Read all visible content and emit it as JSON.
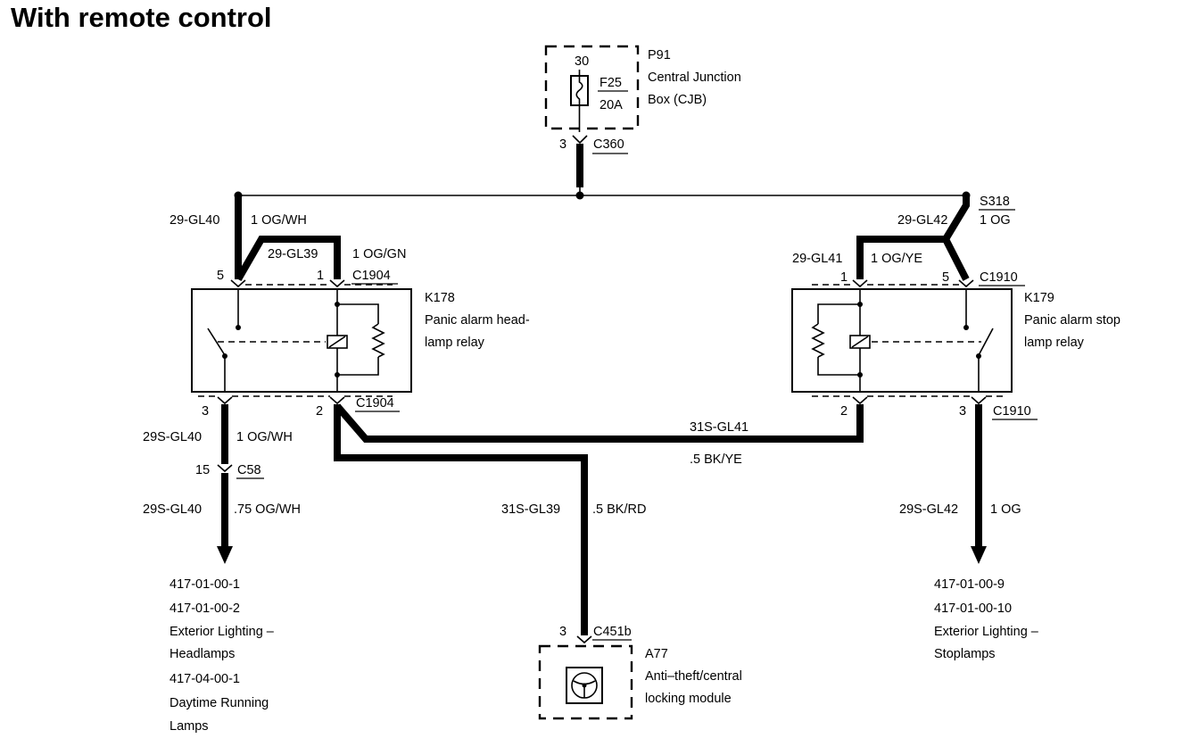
{
  "title": "With remote control",
  "cjb": {
    "id": "P91",
    "name_line1": "Central Junction",
    "name_line2": "Box (CJB)",
    "pin": "30",
    "fuse_id": "F25",
    "fuse_rating": "20A",
    "out_pin": "3",
    "out_connector": "C360"
  },
  "splice": {
    "id": "S318"
  },
  "left_relay": {
    "id": "K178",
    "name_line1": "Panic alarm head-",
    "name_line2": "lamp relay",
    "top_pin_left": "5",
    "top_pin_right": "1",
    "top_connector": "C1904",
    "bottom_pin_left": "3",
    "bottom_pin_right": "2",
    "bottom_connector": "C1904",
    "wire_in_left_circuit": "29-GL40",
    "wire_in_left_spec": "1 OG/WH",
    "wire_in_right_circuit": "29-GL39",
    "wire_in_right_spec": "1 OG/GN"
  },
  "right_relay": {
    "id": "K179",
    "name_line1": "Panic alarm stop",
    "name_line2": "lamp relay",
    "top_pin_left": "1",
    "top_pin_right": "5",
    "top_connector": "C1910",
    "bottom_pin_left": "2",
    "bottom_pin_right": "3",
    "bottom_connector": "C1910",
    "wire_in_right_circuit": "29-GL42",
    "wire_in_right_spec": "1 OG",
    "wire_in_left_circuit": "29-GL41",
    "wire_in_left_spec": "1 OG/YE"
  },
  "left_output": {
    "circuit_upper": "29S-GL40",
    "spec_upper": "1 OG/WH",
    "pin": "15",
    "connector": "C58",
    "circuit_lower": "29S-GL40",
    "spec_lower": ".75 OG/WH",
    "refs": [
      "417-01-00-1",
      "417-01-00-2",
      "Exterior Lighting –",
      "Headlamps",
      "417-04-00-1",
      "Daytime Running",
      "Lamps"
    ]
  },
  "right_output": {
    "circuit": "29S-GL42",
    "spec": "1 OG",
    "refs": [
      "417-01-00-9",
      "417-01-00-10",
      "Exterior Lighting –",
      "Stoplamps"
    ]
  },
  "cross_wire": {
    "circuit": "31S-GL41",
    "spec": ".5 BK/YE"
  },
  "module_wire": {
    "circuit": "31S-GL39",
    "spec": ".5 BK/RD"
  },
  "module": {
    "id": "A77",
    "name_line1": "Anti–theft/central",
    "name_line2": "locking module",
    "pin": "3",
    "connector": "C451b"
  }
}
